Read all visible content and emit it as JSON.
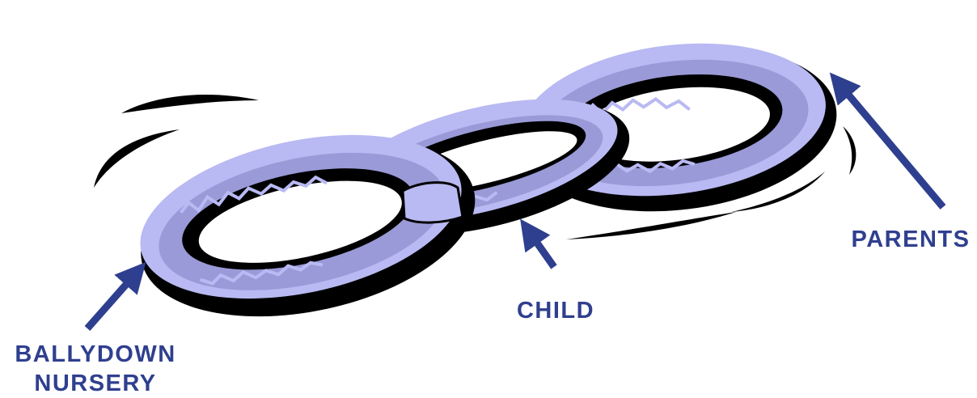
{
  "labels": {
    "parents": "PARENTS",
    "child": "CHILD",
    "nursery_line1": "BALLYDOWN",
    "nursery_line2": "NURSERY"
  },
  "icons": {
    "chain": "chain-links-icon",
    "arrow": "arrow-icon"
  },
  "colors": {
    "text": "#2f3f8f",
    "arrow": "#2f3f8f",
    "link_fill": "#b9b9f3",
    "link_shade": "#9a9ad8",
    "outline": "#000000",
    "background": "#ffffff"
  }
}
